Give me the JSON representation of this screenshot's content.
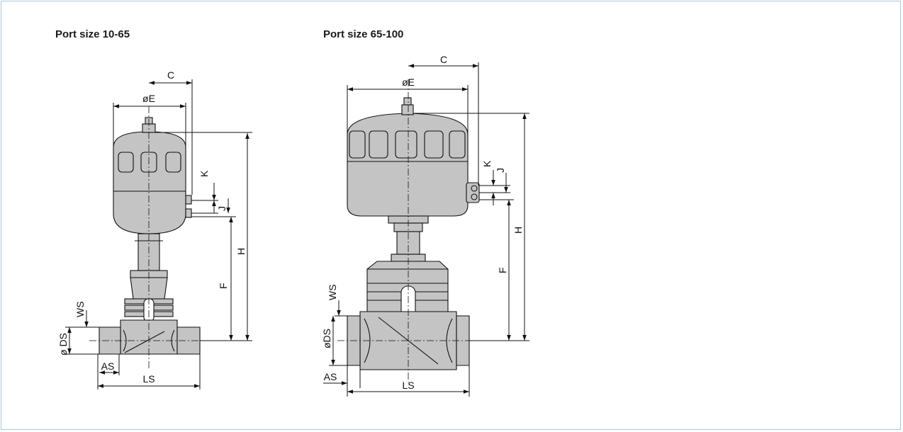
{
  "titles": {
    "left": "Port size 10-65",
    "right": "Port size 65-100"
  },
  "dims": {
    "C": "C",
    "E": "øE",
    "K": "K",
    "J": "J",
    "H": "H",
    "F": "F",
    "WS": "WS",
    "DS_left": "ø DS",
    "DS_right": "øDS",
    "AS": "AS",
    "LS": "LS"
  }
}
